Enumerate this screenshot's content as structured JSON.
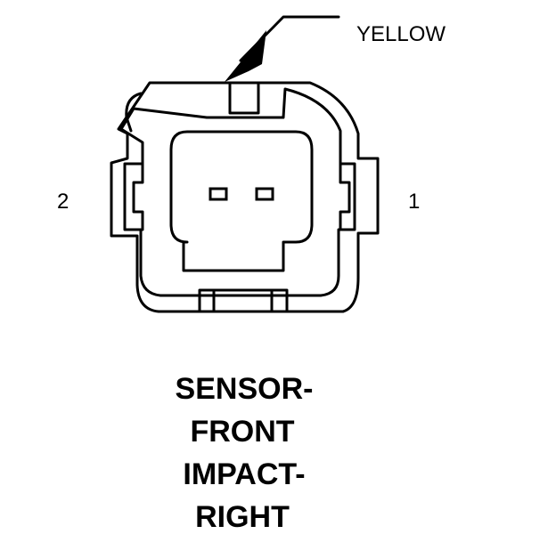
{
  "callout": {
    "text": "YELLOW"
  },
  "pins": {
    "left": "2",
    "right": "1"
  },
  "title_lines": [
    "SENSOR-",
    "FRONT",
    "IMPACT-",
    "RIGHT"
  ]
}
